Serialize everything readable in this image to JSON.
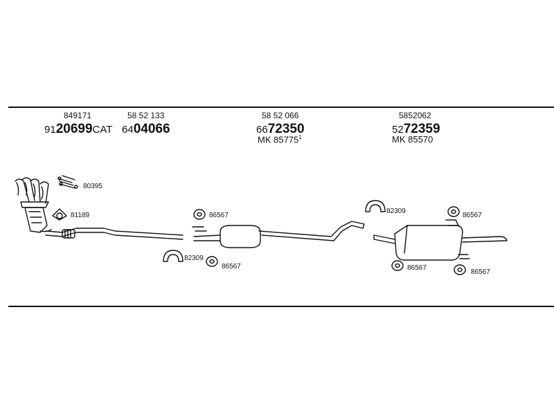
{
  "header_columns": [
    {
      "top": "849171",
      "prefix": "91",
      "main": "20699",
      "suffix": "CAT"
    },
    {
      "top": "58 52 133",
      "prefix": "64",
      "main": "04066",
      "suffix": ""
    },
    {
      "top": "58 52 066",
      "prefix": "66",
      "main": "72350",
      "suffix": "",
      "mk": "MK  85775",
      "mk_sup": "1"
    },
    {
      "top": "5852062",
      "prefix": "52",
      "main": "72359",
      "suffix": "",
      "mk": "MK  85570"
    }
  ],
  "part_tags": {
    "t80395": "80395",
    "t81189": "81189",
    "t86567a": "86567",
    "t82309a": "82309",
    "t86567b": "86567",
    "t82309b": "82309",
    "t86567c": "86567",
    "t86567d": "86567",
    "t86567e": "86567"
  },
  "colors": {
    "line": "#111111",
    "background": "#ffffff"
  }
}
